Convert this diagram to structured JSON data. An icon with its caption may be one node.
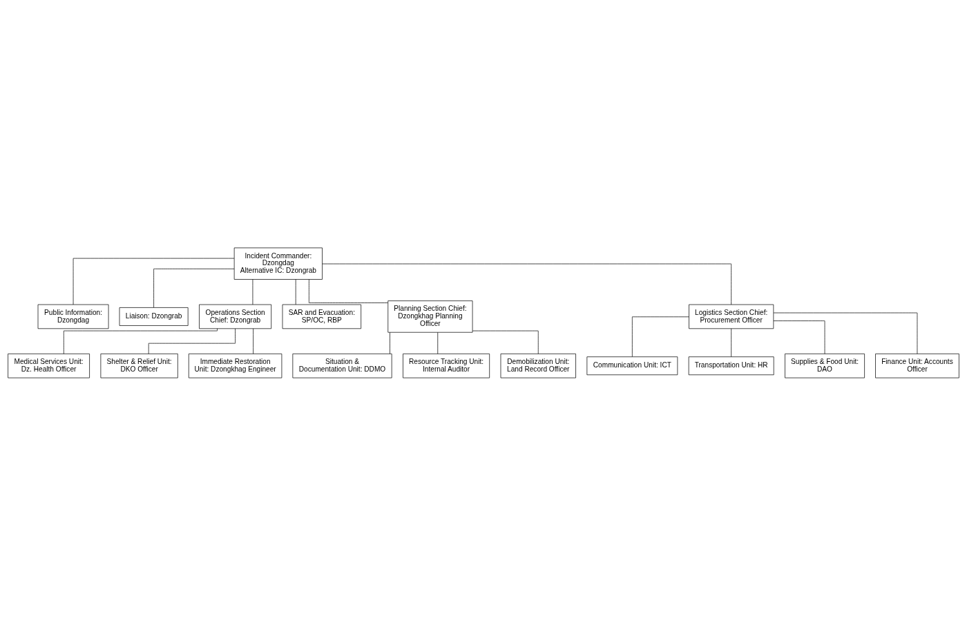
{
  "diagram": {
    "nodes": [
      {
        "text": [
          "Incident Commander: Dzongdag",
          "Alternative IC: Dzongrab"
        ]
      },
      {
        "text": [
          "Public Information: Dzongdag"
        ]
      },
      {
        "text": [
          "Liaison: Dzongrab"
        ]
      },
      {
        "text": [
          "Operations Section Chief: Dzongrab"
        ]
      },
      {
        "text": [
          "SAR and Evacuation: SP/OC, RBP"
        ]
      },
      {
        "text": [
          "Planning Section Chief: Dzongkhag Planning Officer"
        ]
      },
      {
        "text": [
          "Logistics Section Chief: Procurement Officer"
        ]
      },
      {
        "text": [
          "Medical Services Unit: Dz. Health Officer"
        ]
      },
      {
        "text": [
          "Shelter & Relief Unit: DKO Officer"
        ]
      },
      {
        "text": [
          "Immediate Restoration Unit: Dzongkhag Engineer"
        ]
      },
      {
        "text": [
          "Situation & Documentation Unit: DDMO"
        ]
      },
      {
        "text": [
          "Resource Tracking Unit: Internal Auditor"
        ]
      },
      {
        "text": [
          "Demobilization Unit: Land Record Officer"
        ]
      },
      {
        "text": [
          "Communication Unit: ICT"
        ]
      },
      {
        "text": [
          "Transportation Unit: HR"
        ]
      },
      {
        "text": [
          "Supplies & Food Unit: DAO"
        ]
      },
      {
        "text": [
          "Finance Unit: Accounts Officer"
        ]
      }
    ],
    "edges": [
      {
        "from": 0,
        "to": 1,
        "arrow": "none"
      },
      {
        "from": 0,
        "to": 2,
        "arrow": "none"
      },
      {
        "from": 0,
        "to": 3,
        "arrow": "none"
      },
      {
        "from": 0,
        "to": 4,
        "arrow": "none"
      },
      {
        "from": 0,
        "to": 5,
        "arrow": "none"
      },
      {
        "from": 0,
        "to": 6,
        "arrow": "none"
      },
      {
        "from": 3,
        "to": 7,
        "arrow": "none"
      },
      {
        "from": 3,
        "to": 8,
        "arrow": "none"
      },
      {
        "from": 3,
        "to": 9,
        "arrow": "none"
      },
      {
        "from": 5,
        "to": 10,
        "arrow": "none"
      },
      {
        "from": 5,
        "to": 11,
        "arrow": "none"
      },
      {
        "from": 5,
        "to": 12,
        "arrow": "none"
      },
      {
        "from": 6,
        "to": 13,
        "arrow": "none"
      },
      {
        "from": 6,
        "to": 14,
        "arrow": "none"
      },
      {
        "from": 6,
        "to": 15,
        "arrow": "none"
      },
      {
        "from": 6,
        "to": 16,
        "arrow": "none"
      }
    ]
  }
}
